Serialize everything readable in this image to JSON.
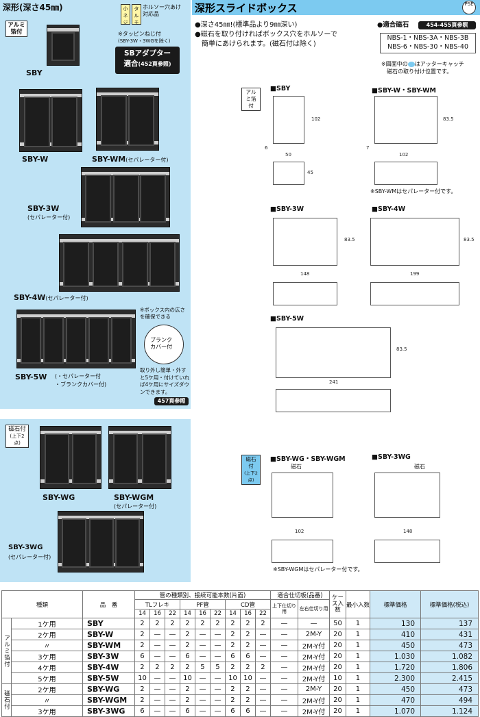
{
  "left": {
    "title": "深形(深さ45㎜)",
    "alu_tag": "アルミ箔付",
    "feature_tags": [
      "小ネジ",
      "タルモ",
      "ホルソー穴あけ対応品"
    ],
    "tapping_note": "※タッピンねじ付",
    "tapping_note2": "(SBY-3W・3WGを除く)",
    "adapter_line1": "SBアダプター",
    "adapter_line2": "適合",
    "adapter_ref": "(452頁参照)",
    "labels": {
      "sby": "SBY",
      "sbyw": "SBY-W",
      "sbywm": "SBY-WM",
      "sbywm_sub": "(セパレーター付)",
      "sby3w": "SBY-3W",
      "sby3w_sub": "(セパレーター付)",
      "sby4w": "SBY-4W",
      "sby4w_sub": "(セパレーター付)",
      "sby5w": "SBY-5W",
      "sby5w_sub1": "(・セパレーター付",
      "sby5w_sub2": "・ブランクカバー付)"
    },
    "callout1": "※ボックス内の広さを確保できる",
    "blank_cover": "ブランクカバー付",
    "callout2": "取り外し簡単・外すと5ケ用・付けていれば4ケ用にサイズダウンできます。",
    "callout_ref": "457頁参照",
    "magnet_tag": "磁石付",
    "magnet_sub": "(上下2点)",
    "mlabels": {
      "sbywg": "SBY-WG",
      "sbywgm": "SBY-WGM",
      "sbywgm_sub": "(セパレーター付)",
      "sby3wg": "SBY-3WG",
      "sby3wg_sub": "(セパレーター付)"
    }
  },
  "right": {
    "title": "深形スライドボックス",
    "pse": "PSE",
    "features": [
      "●深さ45㎜!(標準品より9㎜深い)",
      "●磁石を取り付ければボックス穴をホルソーで",
      "簡単にあけられます。(磁石付は除く)"
    ],
    "magnet_label": "●適合磁石",
    "magnet_ref": "454-455頁参照",
    "magnet_models": [
      "NBS-1・NBS-3A・NBS-3B",
      "NBS-6・NBS-30・NBS-40"
    ],
    "magnet_note1": "※図面中の",
    "magnet_note2": "はアッターキャッチ",
    "magnet_note3": "磁石の取り付け位置です。",
    "alu_tag": "アルミ箔付",
    "d_sby": "■SBY",
    "d_sbyw": "■SBY-W・SBY-WM",
    "d_sby3w": "■SBY-3W",
    "d_sby4w": "■SBY-4W",
    "d_sby5w": "■SBY-5W",
    "d_sbywg": "■SBY-WG・SBY-WGM",
    "d_sby3wg": "■SBY-3WG",
    "note_wm": "※SBY-WMはセパレーター付です。",
    "note_wgm": "※SBY-WGMはセパレーター付です。",
    "magnet_tag": "磁石付",
    "magnet_sub": "(上下2点)",
    "magnet_word": "磁石",
    "dims": {
      "w50": "50",
      "w102": "102",
      "w148": "148",
      "w199": "199",
      "w241": "241",
      "h83": "83.5",
      "h102": "102",
      "d45": "45",
      "t6": "6",
      "t7": "7"
    }
  },
  "table": {
    "h_kind": "種類",
    "h_part": "品　番",
    "h_knock": "管の種類別、接続可能本数(片面)",
    "h_tl": "TLフレキ",
    "h_pf": "PF管",
    "h_cd": "CD管",
    "h_sep": "適合仕切板(品番)",
    "h_sep_ud": "上下仕切り用",
    "h_sep_lr": "左右仕切り用",
    "h_case": "ケース入数",
    "h_min": "最小入数",
    "h_price": "標準価格",
    "h_price_tax": "標準価格(税込)",
    "sizes": [
      "14",
      "16",
      "22",
      "14",
      "16",
      "22",
      "14",
      "16",
      "22"
    ],
    "group_alu": "アルミ箔付",
    "group_mag": "磁石付",
    "rows": [
      {
        "kind": "1ケ用",
        "part": "SBY",
        "v": [
          "2",
          "2",
          "2",
          "2",
          "2",
          "2",
          "2",
          "2",
          "2"
        ],
        "ud": "—",
        "lr": "—",
        "case": "50",
        "min": "1",
        "price": "130",
        "tax": "137"
      },
      {
        "kind": "2ケ用",
        "part": "SBY-W",
        "v": [
          "2",
          "—",
          "—",
          "2",
          "—",
          "—",
          "2",
          "2",
          "—"
        ],
        "ud": "—",
        "lr": "2M-Y",
        "case": "20",
        "min": "1",
        "price": "410",
        "tax": "431"
      },
      {
        "kind": "〃",
        "part": "SBY-WM",
        "v": [
          "2",
          "—",
          "—",
          "2",
          "—",
          "—",
          "2",
          "2",
          "—"
        ],
        "ud": "—",
        "lr": "2M-Y付",
        "case": "20",
        "min": "1",
        "price": "450",
        "tax": "473"
      },
      {
        "kind": "3ケ用",
        "part": "SBY-3W",
        "v": [
          "6",
          "—",
          "—",
          "6",
          "—",
          "—",
          "6",
          "6",
          "—"
        ],
        "ud": "—",
        "lr": "2M-Y付",
        "case": "20",
        "min": "1",
        "price": "1.030",
        "tax": "1.082"
      },
      {
        "kind": "4ケ用",
        "part": "SBY-4W",
        "v": [
          "2",
          "2",
          "2",
          "2",
          "5",
          "5",
          "2",
          "2",
          "2"
        ],
        "ud": "—",
        "lr": "2M-Y付",
        "case": "20",
        "min": "1",
        "price": "1.720",
        "tax": "1.806"
      },
      {
        "kind": "5ケ用",
        "part": "SBY-5W",
        "v": [
          "10",
          "—",
          "—",
          "10",
          "—",
          "—",
          "10",
          "10",
          "—"
        ],
        "ud": "—",
        "lr": "2M-Y付",
        "case": "10",
        "min": "1",
        "price": "2.300",
        "tax": "2.415"
      },
      {
        "kind": "2ケ用",
        "part": "SBY-WG",
        "v": [
          "2",
          "—",
          "—",
          "2",
          "—",
          "—",
          "2",
          "2",
          "—"
        ],
        "ud": "—",
        "lr": "2M-Y",
        "case": "20",
        "min": "1",
        "price": "450",
        "tax": "473"
      },
      {
        "kind": "〃",
        "part": "SBY-WGM",
        "v": [
          "2",
          "—",
          "—",
          "2",
          "—",
          "—",
          "2",
          "2",
          "—"
        ],
        "ud": "—",
        "lr": "2M-Y付",
        "case": "20",
        "min": "1",
        "price": "470",
        "tax": "494"
      },
      {
        "kind": "3ケ用",
        "part": "SBY-3WG",
        "v": [
          "6",
          "—",
          "—",
          "6",
          "—",
          "—",
          "6",
          "6",
          "—"
        ],
        "ud": "—",
        "lr": "2M-Y付",
        "case": "20",
        "min": "1",
        "price": "1.070",
        "tax": "1.124"
      }
    ]
  },
  "colors": {
    "panel": "#bfe3f5",
    "header": "#7ccaf0",
    "price": "#cfe9f7",
    "magnet": "#7ccaf0"
  }
}
